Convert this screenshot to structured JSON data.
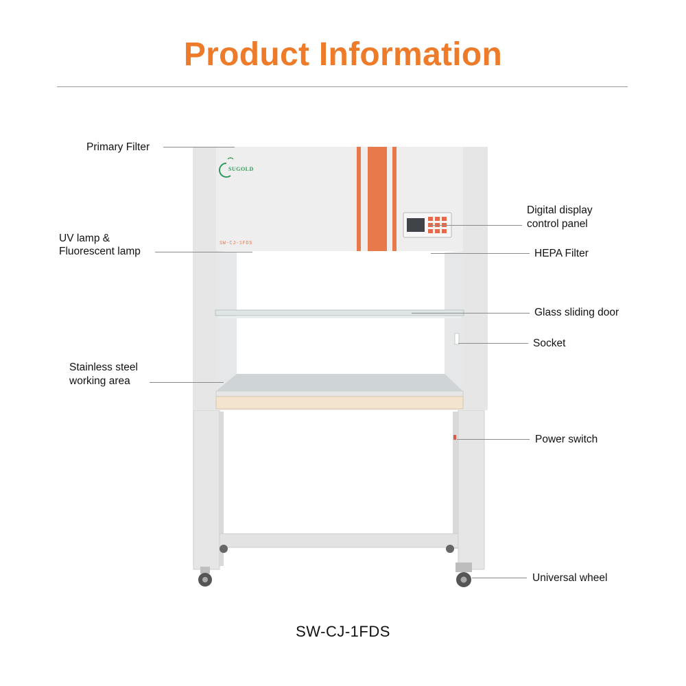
{
  "header": {
    "title": "Product Information"
  },
  "product": {
    "brand_logo_text": "SUGOLD",
    "panel_model_text": "SW-CJ-1FDS",
    "accent_color": "#e8794a",
    "body_color": "#ececec"
  },
  "callouts": {
    "primary_filter": "Primary Filter",
    "uv_lamp_line1": "UV lamp &",
    "uv_lamp_line2": "Fluorescent lamp",
    "stainless_line1": "Stainless steel",
    "stainless_line2": "working area",
    "display_line1": "Digital display",
    "display_line2": "control panel",
    "hepa_filter": "HEPA Filter",
    "glass_door": "Glass sliding door",
    "socket": "Socket",
    "power_switch": "Power switch",
    "universal_wheel": "Universal wheel"
  },
  "footer": {
    "model": "SW-CJ-1FDS"
  }
}
